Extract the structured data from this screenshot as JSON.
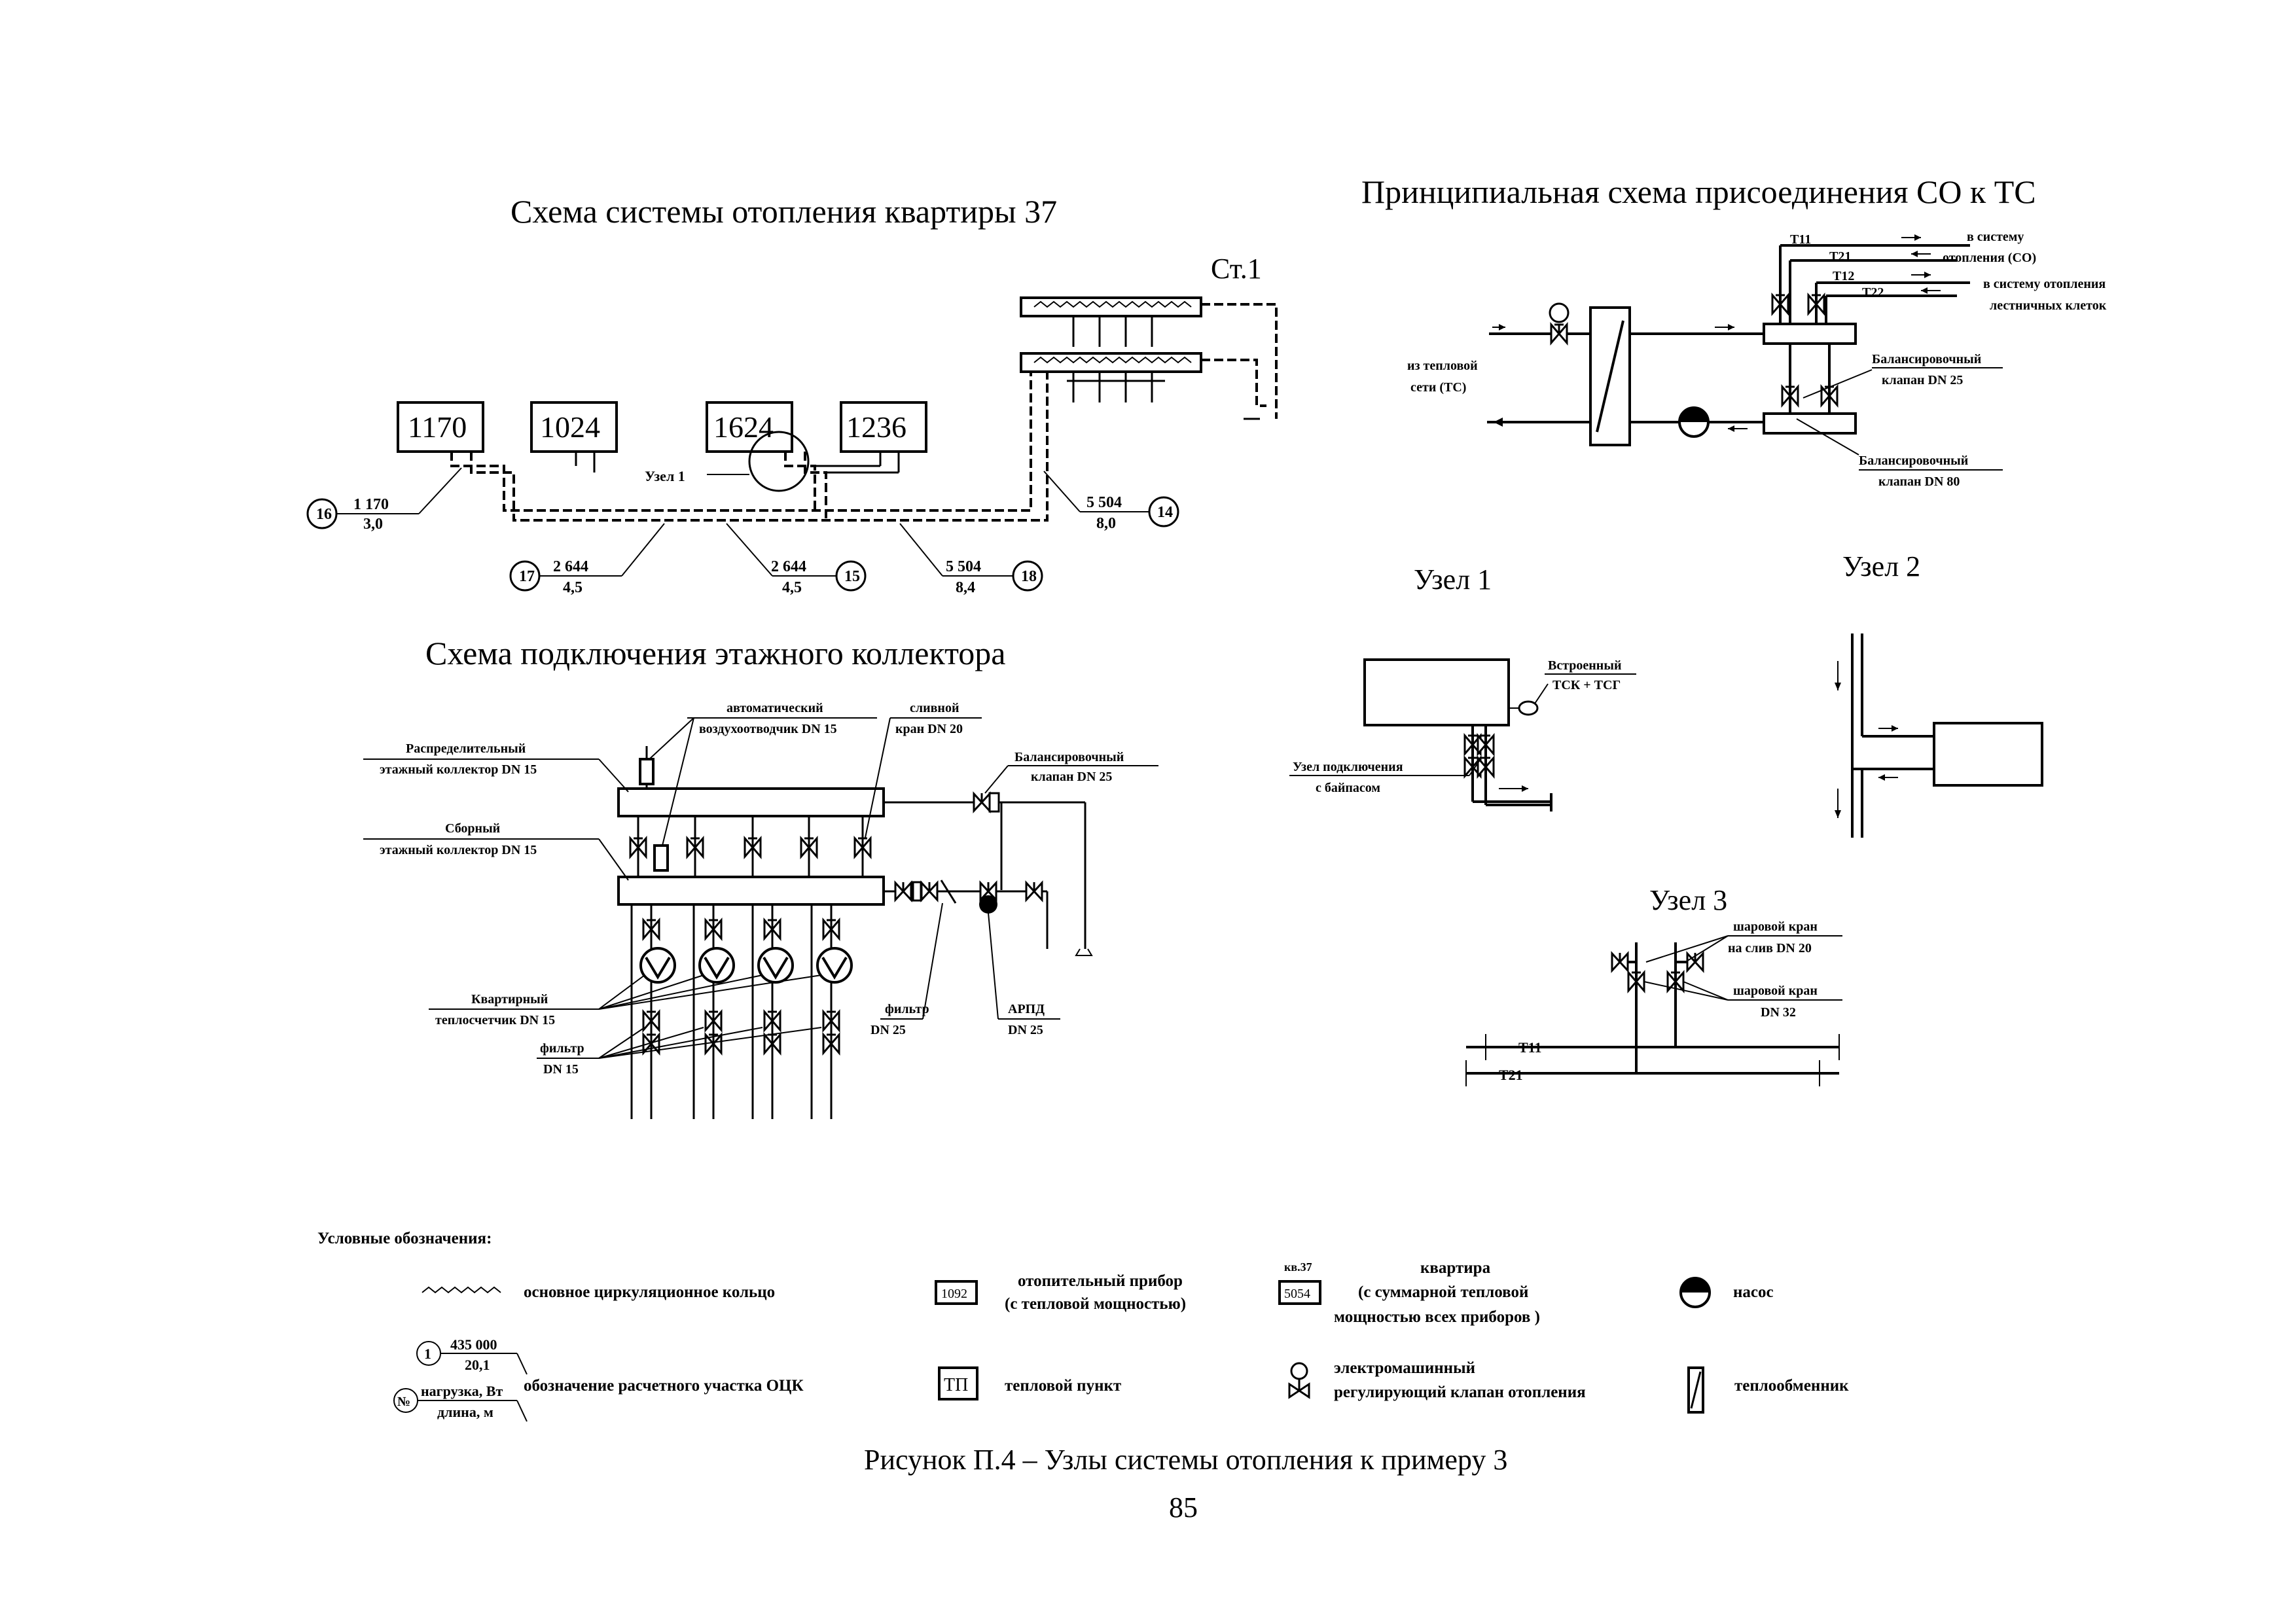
{
  "apartment_scheme": {
    "title": "Схема системы отопления квартиры 37",
    "riser_label": "Ст.1",
    "node_label": "Узел 1",
    "radiators": [
      "1170",
      "1024",
      "1624",
      "1236"
    ],
    "segments": [
      {
        "num": "16",
        "load": "1 170",
        "length": "3,0"
      },
      {
        "num": "17",
        "load": "2 644",
        "length": "4,5"
      },
      {
        "num": "15",
        "load": "2 644",
        "length": "4,5"
      },
      {
        "num": "18",
        "load": "5 504",
        "length": "8,4"
      },
      {
        "num": "14",
        "load": "5 504",
        "length": "8,0"
      }
    ]
  },
  "connection_scheme": {
    "title": "Принципиальная схема присоединения СО к ТС",
    "from_network": [
      "из тепловой",
      "сети (ТС)"
    ],
    "pipe_t11": "Т11",
    "pipe_t21": "Т21",
    "pipe_t12": "Т12",
    "pipe_t22": "Т22",
    "to_co": [
      "в систему",
      "отопления (СО)"
    ],
    "to_stair": [
      "в систему отопления",
      "лестничных клеток"
    ],
    "valve_dn25": [
      "Балансировочный",
      "клапан DN 25"
    ],
    "valve_dn80": [
      "Балансировочный",
      "клапан DN 80"
    ]
  },
  "node1": {
    "title": "Узел 1",
    "builtin": [
      "Встроенный",
      "ТСК + ТСГ"
    ],
    "bypass": [
      "Узел подключения",
      "с байпасом"
    ]
  },
  "node2": {
    "title": "Узел 2"
  },
  "node3": {
    "title": "Узел 3",
    "ball_drain": [
      "шаровой кран",
      "на слив DN 20"
    ],
    "ball_dn32": [
      "шаровой кран",
      "DN 32"
    ],
    "t11": "Т11",
    "t21": "Т21"
  },
  "collector_scheme": {
    "title": "Схема подключения этажного коллектора",
    "air_vent": [
      "автоматический",
      "воздухоотводчик DN 15"
    ],
    "drain_valve": [
      "сливной",
      "кран DN 20"
    ],
    "dist_collector": [
      "Распределительный",
      "этажный коллектор DN 15"
    ],
    "ret_collector": [
      "Сборный",
      "этажный коллектор DN 15"
    ],
    "balancing": [
      "Балансировочный",
      "клапан DN 25"
    ],
    "heat_meter": [
      "Квартирный",
      "теплосчетчик DN 15"
    ],
    "filter15": [
      "фильтр",
      "DN 15"
    ],
    "filter25": [
      "фильтр",
      "DN 25"
    ],
    "arpd": [
      "АРПД",
      "DN 25"
    ]
  },
  "legend": {
    "heading": "Условные обозначения:",
    "main_ring": "основное циркуляционное кольцо",
    "device_sample": "1092",
    "device": [
      "отопительный прибор",
      "(с тепловой мощностью)"
    ],
    "apt_sample_top": "кв.37",
    "apt_sample_val": "5054",
    "apartment": [
      "квартира",
      "(с суммарной тепловой",
      "мощностью всех приборов )"
    ],
    "pump": "насос",
    "seg_sample_num": "1",
    "seg_sample_load": "435 000",
    "seg_sample_len": "20,1",
    "seg_sample_sym": "№",
    "seg_sample_a": "нагрузка, Вт",
    "seg_sample_b": "длина, м",
    "segment": "обозначение расчетного участка ОЦК",
    "tp_sample": "ТП",
    "tp": "тепловой пункт",
    "motor_valve": [
      "электромашинный",
      "регулирующий клапан отопления"
    ],
    "exchanger": "теплообменник"
  },
  "caption": "Рисунок П.4 – Узлы системы отопления к примеру 3",
  "page_number": "85"
}
